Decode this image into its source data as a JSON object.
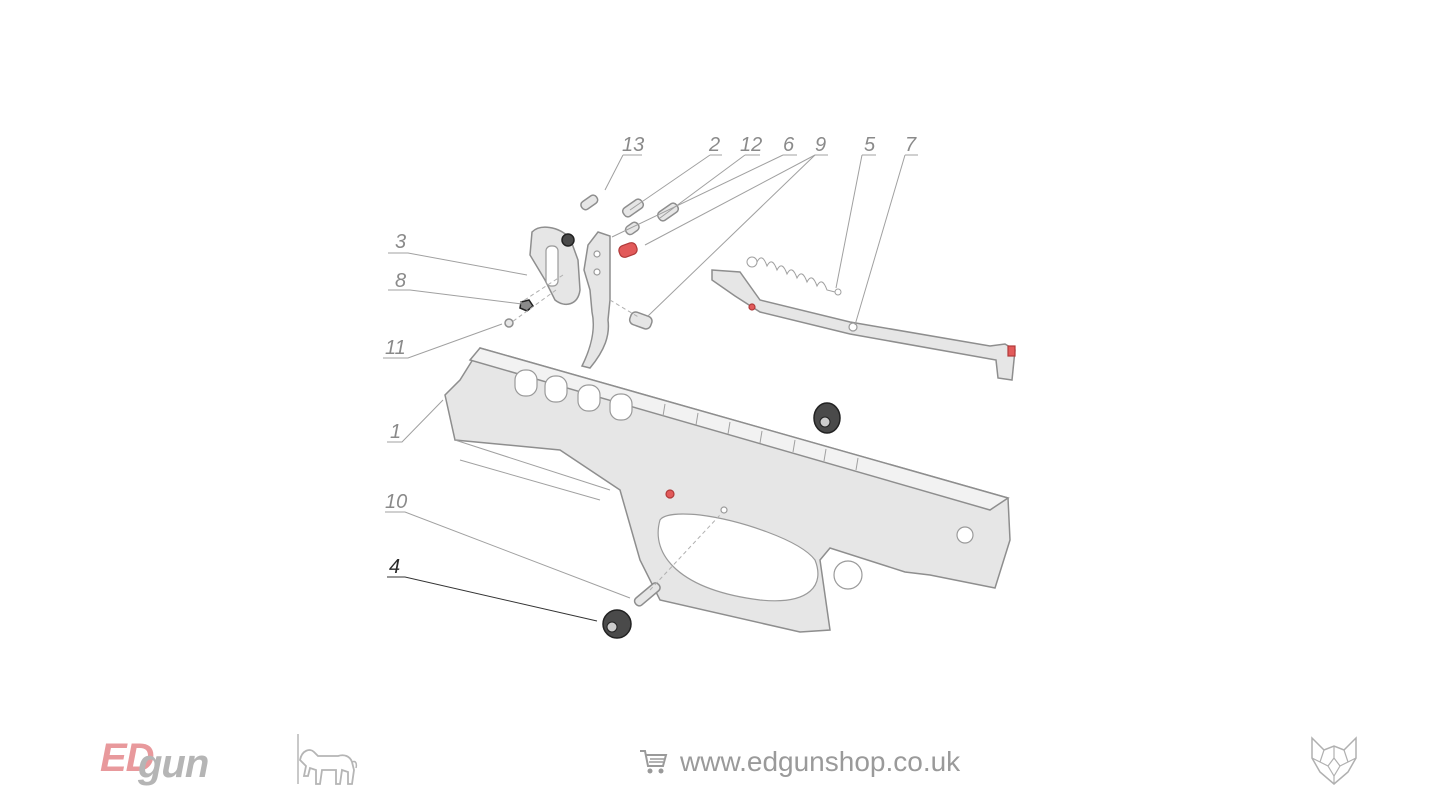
{
  "callouts": {
    "c13": "13",
    "c2": "2",
    "c12": "12",
    "c6": "6",
    "c9": "9",
    "c5": "5",
    "c7": "7",
    "c3": "3",
    "c8": "8",
    "c11": "11",
    "c1": "1",
    "c10": "10",
    "c4": "4"
  },
  "footer": {
    "brand_ed": "ED",
    "brand_gun": "gun",
    "website": "www.edgunshop.co.uk",
    "icons": [
      "dog-icon",
      "cart-icon",
      "wolf-icon"
    ]
  },
  "colors": {
    "brand_pink": "#e8999c",
    "brand_grey": "#b5b5b5",
    "highlight_red": "#e25a5a",
    "part_grey": "#e6e6e6"
  }
}
